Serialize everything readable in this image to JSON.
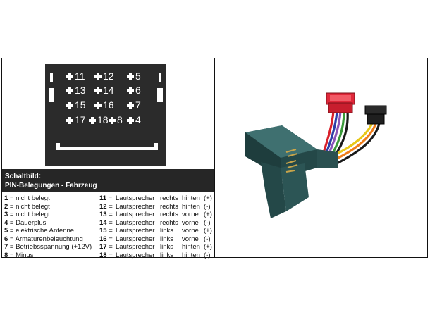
{
  "connector": {
    "rows": [
      [
        "11",
        "12",
        "5"
      ],
      [
        "13",
        "14",
        "6"
      ],
      [
        "15",
        "16",
        "7"
      ],
      [
        "17",
        "18",
        "8",
        "4"
      ]
    ]
  },
  "header": {
    "title": "Schaltbild:",
    "subtitle": "PIN-Belegungen - Fahrzeug"
  },
  "left_pins": [
    {
      "num": "1",
      "label": "nicht belegt"
    },
    {
      "num": "2",
      "label": "nicht belegt"
    },
    {
      "num": "3",
      "label": "nicht belegt"
    },
    {
      "num": "4",
      "label": "Dauerplus"
    },
    {
      "num": "5",
      "label": "elektrische Antenne"
    },
    {
      "num": "6",
      "label": "Armaturenbeleuchtung"
    },
    {
      "num": "7",
      "label": "Betriebsspannung (+12V)"
    },
    {
      "num": "8",
      "label": "Minus"
    }
  ],
  "right_pins": [
    {
      "num": "11",
      "name": "Lautsprecher",
      "side": "rechts",
      "pos": "hinten",
      "pol": "(+)"
    },
    {
      "num": "12",
      "name": "Lautsprecher",
      "side": "rechts",
      "pos": "hinten",
      "pol": "(-)"
    },
    {
      "num": "13",
      "name": "Lautsprecher",
      "side": "rechts",
      "pos": "vorne",
      "pol": "(+)"
    },
    {
      "num": "14",
      "name": "Lautsprecher",
      "side": "rechts",
      "pos": "vorne",
      "pol": "(-)"
    },
    {
      "num": "15",
      "name": "Lautsprecher",
      "side": "links",
      "pos": "vorne",
      "pol": "(+)"
    },
    {
      "num": "16",
      "name": "Lautsprecher",
      "side": "links",
      "pos": "vorne",
      "pol": "(-)"
    },
    {
      "num": "17",
      "name": "Lautsprecher",
      "side": "links",
      "pos": "hinten",
      "pol": "(+)"
    },
    {
      "num": "18",
      "name": "Lautsprecher",
      "side": "links",
      "pos": "hinten",
      "pol": "(-)"
    }
  ],
  "colors": {
    "connector_body": "#2b2b2b",
    "band": "#262626",
    "harness_body": "#244848",
    "wire_red": "#d9202a",
    "wire_blue": "#2d3fa8",
    "wire_violet": "#8a55b8",
    "wire_green": "#3a9a3a",
    "wire_yellow": "#e8c81a",
    "wire_orange": "#ef7d1a",
    "wire_black": "#1a1a1a"
  }
}
